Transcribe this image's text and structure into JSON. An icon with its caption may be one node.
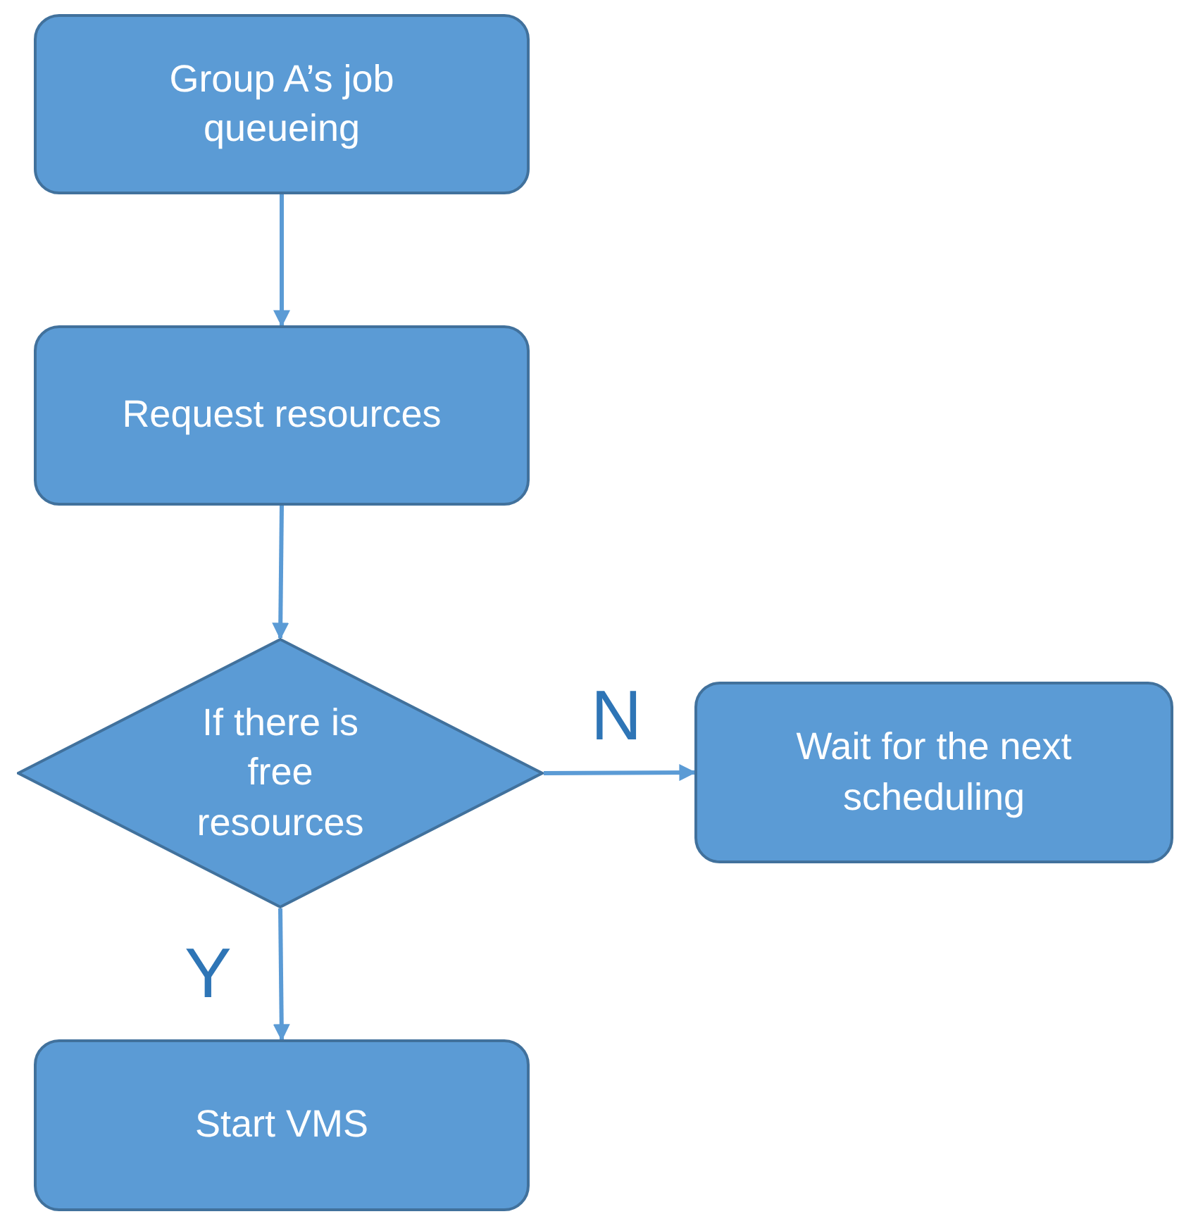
{
  "diagram": {
    "nodes": [
      {
        "text": [
          "Group A’s job queueing"
        ]
      },
      {
        "text": [
          "Request resources"
        ]
      },
      {
        "text": [
          "If there is free resources"
        ]
      },
      {
        "text": [
          "Wait for the next scheduling"
        ]
      },
      {
        "text": [
          "Start VMS"
        ]
      }
    ],
    "edges": [
      {
        "from": 0,
        "to": 1,
        "arrow": "to"
      },
      {
        "from": 1,
        "to": 2,
        "arrow": "to"
      },
      {
        "from": 2,
        "to": 3,
        "arrow": "to",
        "label": "N"
      },
      {
        "from": 2,
        "to": 4,
        "arrow": "to",
        "label": "Y"
      }
    ]
  }
}
